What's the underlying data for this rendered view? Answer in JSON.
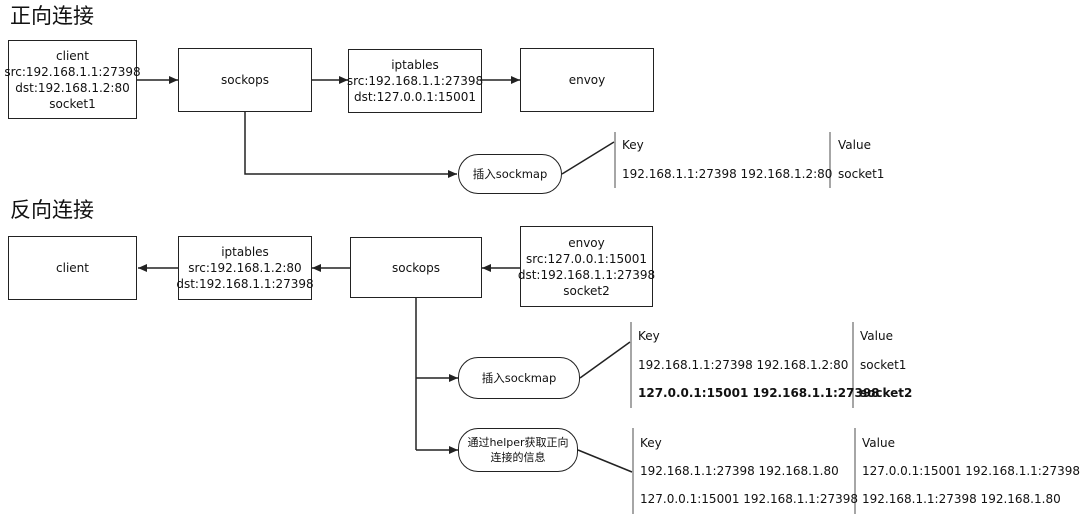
{
  "forward": {
    "title": "正向连接",
    "client": {
      "lines": [
        "client",
        "src:192.168.1.1:27398",
        "dst:192.168.1.2:80",
        "socket1"
      ]
    },
    "sockops": {
      "label": "sockops"
    },
    "iptables": {
      "lines": [
        "iptables",
        "src:192.168.1.1:27398",
        "dst:127.0.0.1:15001"
      ]
    },
    "envoy": {
      "label": "envoy"
    },
    "insert": {
      "label": "插入sockmap"
    },
    "table": {
      "key_header": "Key",
      "value_header": "Value",
      "rows": [
        {
          "key": "192.168.1.1:27398 192.168.1.2:80",
          "value": "socket1"
        }
      ]
    }
  },
  "reverse": {
    "title": "反向连接",
    "client": {
      "label": "client"
    },
    "iptables": {
      "lines": [
        "iptables",
        "src:192.168.1.2:80",
        "dst:192.168.1.1:27398"
      ]
    },
    "sockops": {
      "label": "sockops"
    },
    "envoy": {
      "lines": [
        "envoy",
        "src:127.0.0.1:15001",
        "dst:192.168.1.1:27398",
        "socket2"
      ]
    },
    "insert": {
      "label": "插入sockmap"
    },
    "insert_table": {
      "key_header": "Key",
      "value_header": "Value",
      "rows": [
        {
          "key": "192.168.1.1:27398 192.168.1.2:80",
          "value": "socket1"
        },
        {
          "key": "127.0.0.1:15001 192.168.1.1:27398",
          "value": "socket2"
        }
      ]
    },
    "helper": {
      "lines": [
        "通过helper获取正向",
        "连接的信息"
      ]
    },
    "helper_table": {
      "key_header": "Key",
      "value_header": "Value",
      "rows": [
        {
          "key": "192.168.1.1:27398 192.168.1.80",
          "value": "127.0.0.1:15001 192.168.1.1:27398"
        },
        {
          "key": "127.0.0.1:15001 192.168.1.1:27398",
          "value": "192.168.1.1:27398 192.168.1.80"
        }
      ]
    }
  },
  "colors": {
    "line": "#222222",
    "table_rule": "#888888"
  }
}
